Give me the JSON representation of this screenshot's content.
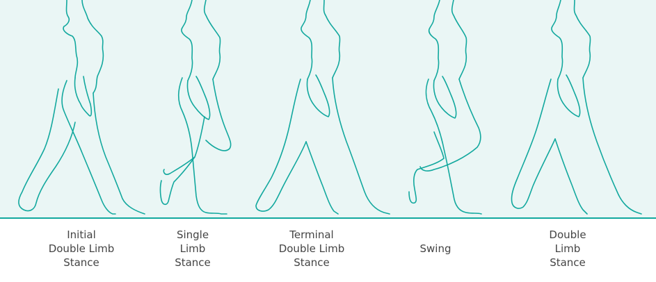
{
  "phases": [
    {
      "lines": [
        "Initial",
        "Double Limb",
        "Stance"
      ]
    },
    {
      "lines": [
        "Single",
        "Limb",
        "Stance"
      ]
    },
    {
      "lines": [
        "Terminal",
        "Double Limb",
        "Stance"
      ]
    },
    {
      "lines": [
        "Swing"
      ]
    },
    {
      "lines": [
        "Double",
        "Limb",
        "Stance"
      ]
    }
  ],
  "colors": {
    "line": "#12a89e",
    "background": "#eaf6f5",
    "label_text": "#444444"
  }
}
